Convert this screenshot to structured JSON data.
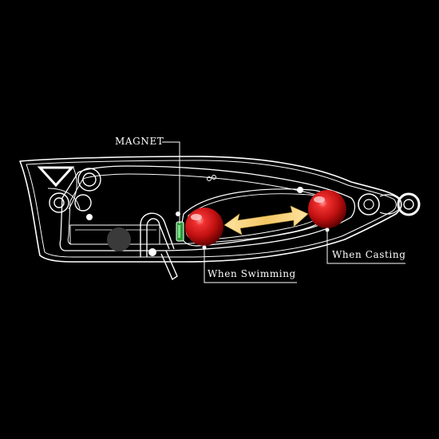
{
  "labels": {
    "magnet": "MAGNET",
    "when_swimming": "When Swimming",
    "when_casting": "When Casting"
  },
  "colors": {
    "background": "#000000",
    "outline": "#ffffff",
    "weight_ball": "#d01818",
    "arrow": "#f0c860",
    "magnet": "#2a9a3a",
    "dark_disc": "#3a3a3a"
  },
  "icons": {
    "weight_ball": "red-sphere",
    "magnet": "green-bar",
    "arrow": "double-headed-arrow"
  }
}
